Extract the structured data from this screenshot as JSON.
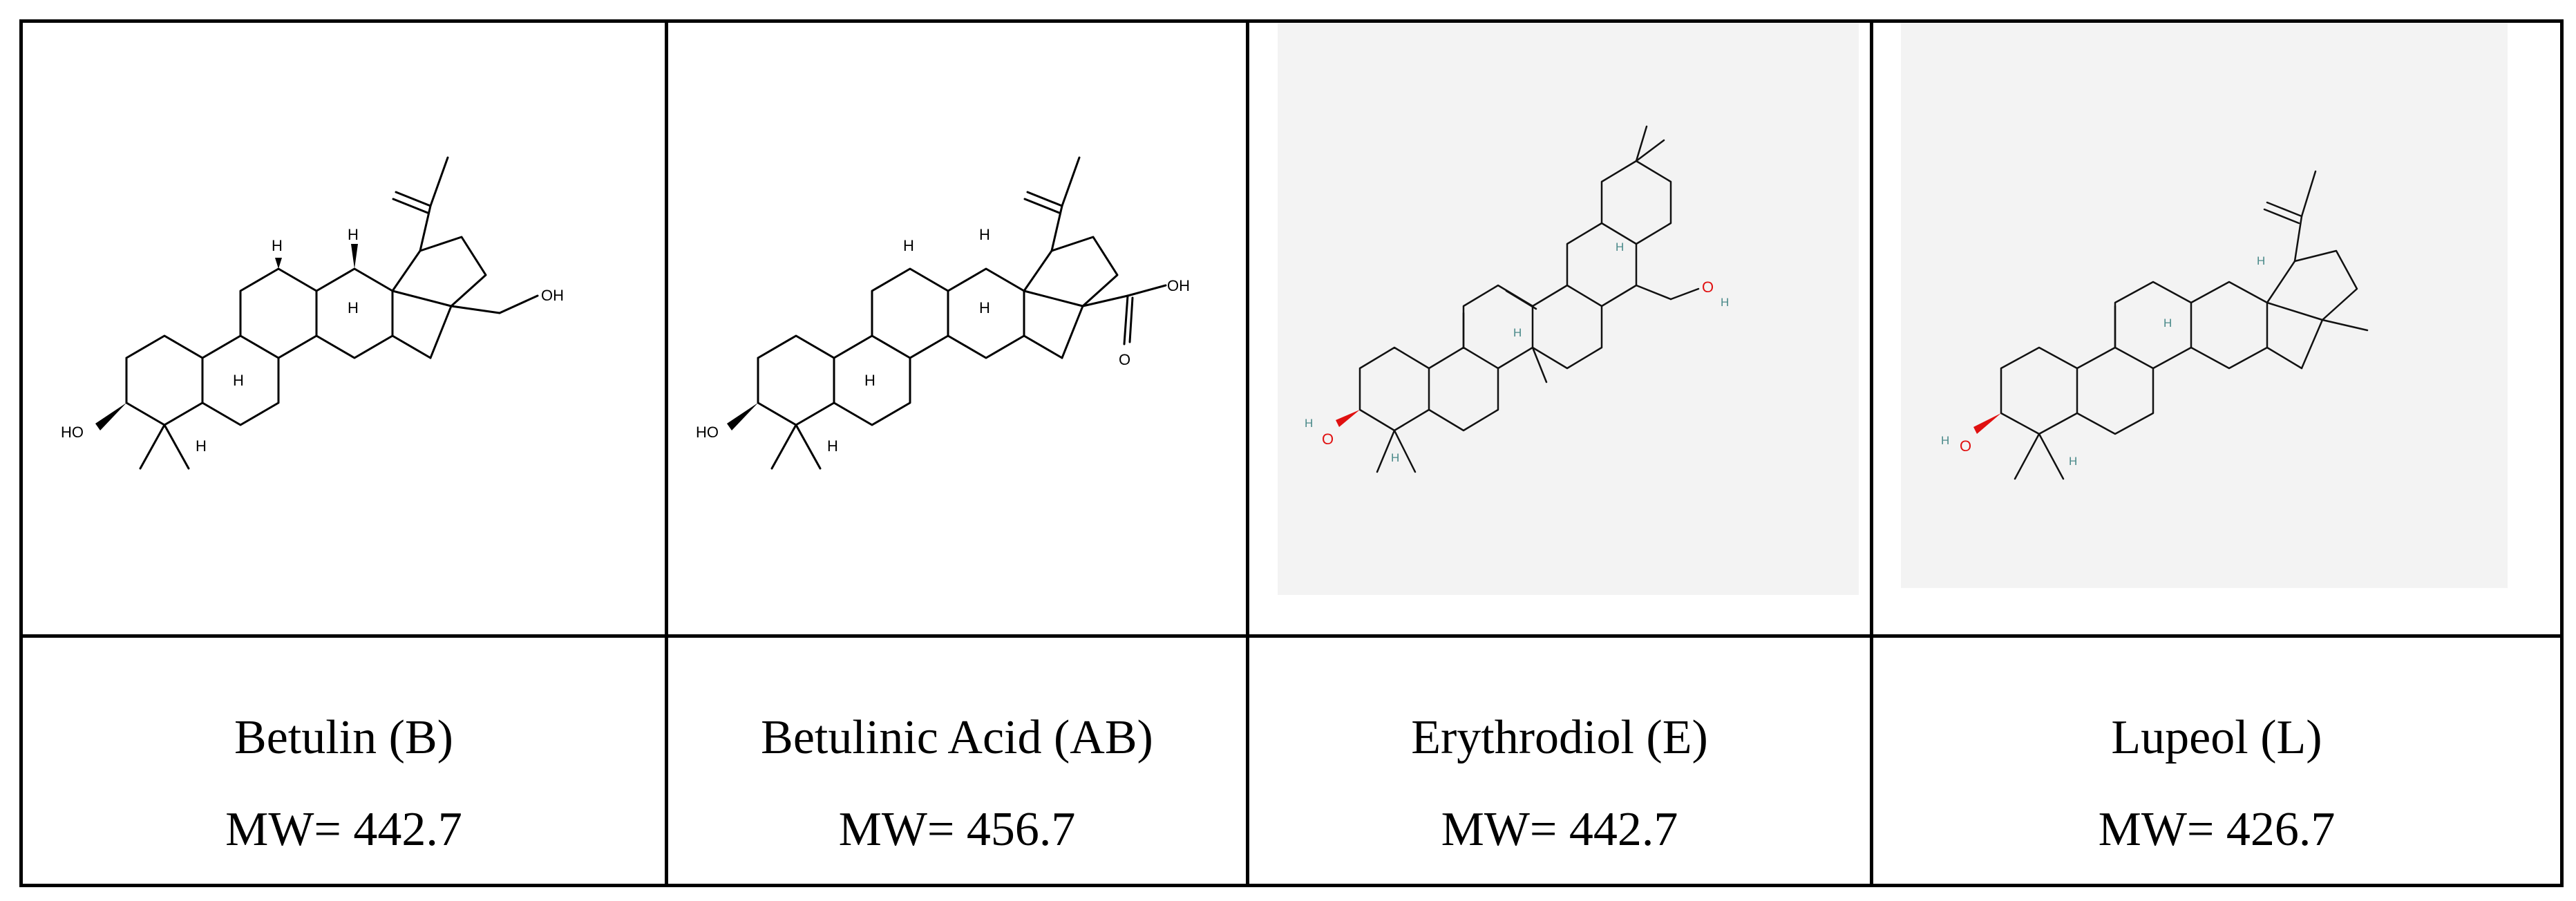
{
  "compounds": [
    {
      "name": "Betulin (B)",
      "mw": "MW= 442.7",
      "atom_labels": [
        "OH",
        "HO",
        "H",
        "H",
        "H",
        "H"
      ],
      "background": "#ffffff"
    },
    {
      "name": "Betulinic Acid (AB)",
      "mw": "MW= 456.7",
      "atom_labels": [
        "OH",
        "O",
        "HO",
        "H",
        "H",
        "H",
        "H"
      ],
      "background": "#ffffff"
    },
    {
      "name": "Erythrodiol (E)",
      "mw": "MW= 442.7",
      "atom_labels": [
        "O",
        "H",
        "H",
        "O",
        "H",
        "H",
        "H"
      ],
      "background": "#f3f3f3"
    },
    {
      "name": "Lupeol (L)",
      "mw": "MW= 426.7",
      "atom_labels": [
        "H",
        "O",
        "H",
        "H",
        "H"
      ],
      "background": "#f3f3f3"
    }
  ],
  "colors": {
    "border": "#000000",
    "heteroatom_oxygen": "#e01010",
    "stereo_hydrogen": "#4a8a8a"
  }
}
